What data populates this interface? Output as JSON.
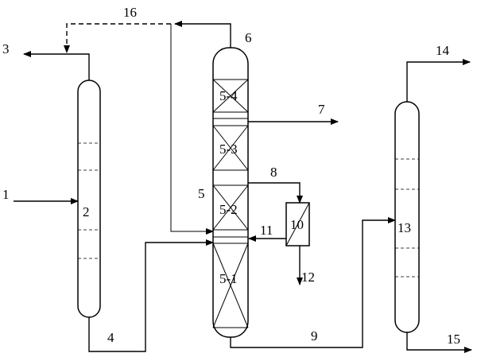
{
  "diagram": {
    "labels": {
      "l1": "1",
      "l2": "2",
      "l3": "3",
      "l4": "4",
      "l5": "5",
      "l6": "6",
      "l7": "7",
      "l8": "8",
      "l9": "9",
      "l10": "10",
      "l11": "11",
      "l12": "12",
      "l13": "13",
      "l14": "14",
      "l15": "15",
      "l16": "16",
      "bed4": "5-4",
      "bed3": "5-3",
      "bed2": "5-2",
      "bed1": "5-1"
    }
  }
}
